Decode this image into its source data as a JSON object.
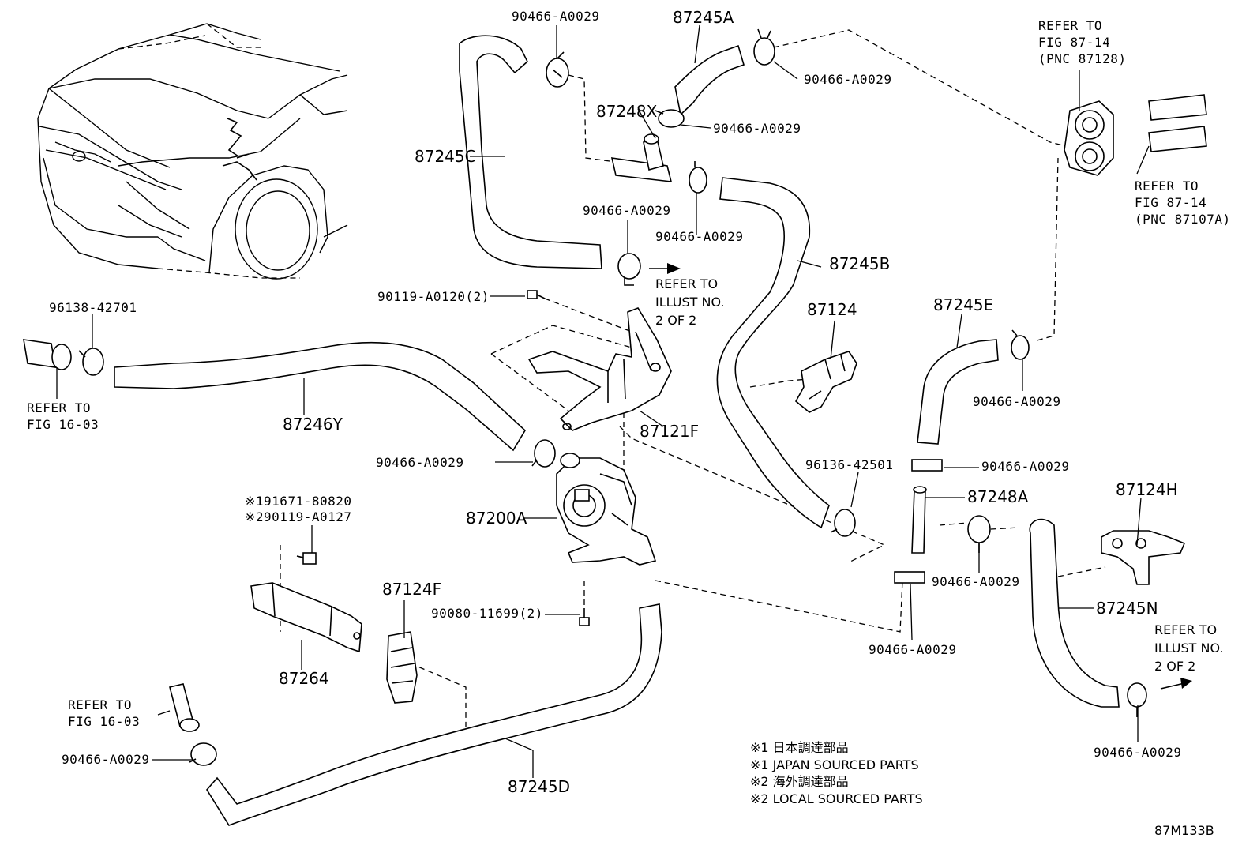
{
  "labels": {
    "c_90466_top": "90466-A0029",
    "c_87245A": "87245A",
    "c_90466_right_top": "90466-A0029",
    "c_87248X": "87248X",
    "c_90466_87248x": "90466-A0029",
    "c_87245C": "87245C",
    "c_90466_mid_a": "90466-A0029",
    "c_90466_mid_b": "90466-A0029",
    "c_87245B": "87245B",
    "c_90119": "90119-A0120(2)",
    "c_96138": "96138-42701",
    "c_87124": "87124",
    "c_87245E": "87245E",
    "c_90466_87245e": "90466-A0029",
    "c_87246Y": "87246Y",
    "c_87121F": "87121F",
    "c_90466_pump": "90466-A0029",
    "c_96136": "96136-42501",
    "c_90466_clip": "90466-A0029",
    "c_87248A": "87248A",
    "c_87124H": "87124H",
    "c_191671": "※191671-80820",
    "c_290119": "※290119-A0127",
    "c_87200A": "87200A",
    "c_90466_87248a": "90466-A0029",
    "c_87245N": "87245N",
    "c_87124F": "87124F",
    "c_90080": "90080-11699(2)",
    "c_90466_lower_clip": "90466-A0029",
    "c_87264": "87264",
    "c_90466_bottom_left": "90466-A0029",
    "c_87245D": "87245D",
    "c_90466_bottom_right": "90466-A0029"
  },
  "references": {
    "fig_87_14_a": [
      "REFER TO",
      "FIG 87-14",
      "(PNC 87128)"
    ],
    "fig_87_14_b": [
      "REFER TO",
      "FIG 87-14",
      "(PNC 87107A)"
    ],
    "illust_2of2_top": [
      "REFER TO",
      "ILLUST NO.",
      "2 OF 2"
    ],
    "fig_16_03_top": [
      "REFER TO",
      "FIG 16-03"
    ],
    "fig_16_03_bottom": [
      "REFER TO",
      "FIG 16-03"
    ],
    "illust_2of2_right": [
      "REFER TO",
      "ILLUST NO.",
      "2 OF 2"
    ]
  },
  "notes": [
    "※1 日本調達部品",
    "※1 JAPAN SOURCED PARTS",
    "※2 海外調達部品",
    "※2 LOCAL SOURCED PARTS"
  ],
  "diagram_id": "87M133B"
}
